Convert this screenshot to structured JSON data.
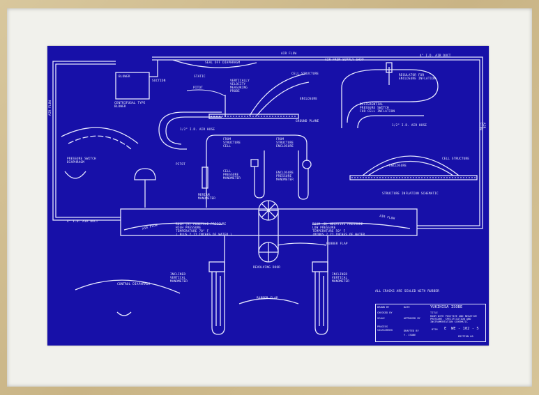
{
  "labels": {
    "air_flow_top": "AIR FLOW",
    "air_flow_left": "AIR FLOW",
    "air_flow_right": "AIR FLOW",
    "blower": "BLOWER",
    "suction": "SUCTION",
    "centrifugal_blower": "CENTRIFUGAL TYPE\nBLOWER",
    "seal_off_diaphragm": "SEAL OFF DIAPHRAGM",
    "static": "STATIC",
    "pitot": "PITOT",
    "vertical_probe": "VERTICALLY\nVELOCITY\nMEASURING\nPROBE",
    "cell_structure_top": "CELL STRUCTURE",
    "enclosure_top": "ENCLOSURE",
    "ground_plane": "GROUND PLANE",
    "air_from_supply": "AIR FROM SUPPLY SHOP",
    "duct_4_right": "4\" I.D. AIR DUCT",
    "regulator": "REGULATOR FOR\nENCLOSURE INFLATION",
    "differential_switch": "DIFFERENTIAL\nPRESSURE SWITCH\nFOR CELL INFLATION",
    "air_hose_right": "1/2\" I.D. AIR HOSE",
    "air_hose_left": "1/2\" I.D. AIR HOSE",
    "pressure_switch_diaphragm": "PRESSURE SWITCH\nDIAPHRAGM",
    "from_structure_cell": "FROM\nSTRUCTURE\nCELL",
    "from_structure_enclosure": "FROM\nSTRUCTURE\nENCLOSURE",
    "pitot_left": "PITOT",
    "cell_pressure_manometer": "CELL\nPRESSURE\nMANOMETER",
    "enclosure_pressure_manometer": "ENCLOSURE\nPRESSURE\nMANOMETER",
    "meriam_manometer": "MERIAM\nMANOMETER",
    "enclosure_right": "ENCLOSURE",
    "cell_structure_right": "CELL STRUCTURE",
    "structure_schematic": "STRUCTURE INFLATION SCHEMATIC",
    "duct_4_left": "4\" I.D. AIR DUCT",
    "air_flow_room_a": "AIR FLOW",
    "air_flow_room_b": "AIR FLOW",
    "room_a": "ROOM (A) POSITIVE PRESSURE\nHIGH PRESSURE\nTEMPERATURE 70° F\n( PLUS 2.77 INCHES OF WATER )",
    "room_b": "ROOM (B) NEGATIVE PRESSURE\nLOW PRESSURE\nTEMPERATURE 50° F\n(MINUS 2.77 INCHES OF WATER",
    "rubber_flap_right": "RUBBER FLAP",
    "revolving_door": "REVOLVING DOOR",
    "control_diaphragm": "CONTROL DIAPHRAGM",
    "inclined_manometer_left": "INCLINED\nVERTICAL\nMANOMETER",
    "inclined_manometer_right": "INCLINED\nVERTICAL\nMANOMETER",
    "rubber_flap_bottom": "RUBBER FLAP",
    "cracks_note": "ALL CRACKS ARE SEALED WITH RUBBER"
  },
  "title_block": {
    "drawn_by": "DRAWN BY",
    "date": "DATE",
    "author": "YUKIHISA ISOBE",
    "checked_by": "CHECKED BY",
    "title_heading": "TITLE",
    "title_text": "ROOM WITH POSITIVE AND NEGATIVE\nPRESSURE. SPECIFICATION AND\nINSTRUMENTATION SCHEMATIC",
    "scale": "SCALE",
    "approved_by": "APPROVED BY",
    "process": "PROCESS",
    "process_value": "SILKSCREEN",
    "drafted_by": "DRAFTED BY",
    "drafter": "Y. ISOBE",
    "size_code": "E",
    "drawing_no": "WE - 102 - 5",
    "job_no": "8726",
    "edition": "EDITION 60"
  },
  "colors": {
    "blueprint": "#1710a8",
    "lines": "#e6e8ff",
    "mat": "#f1f1ec",
    "frame": "#cdb98a"
  }
}
